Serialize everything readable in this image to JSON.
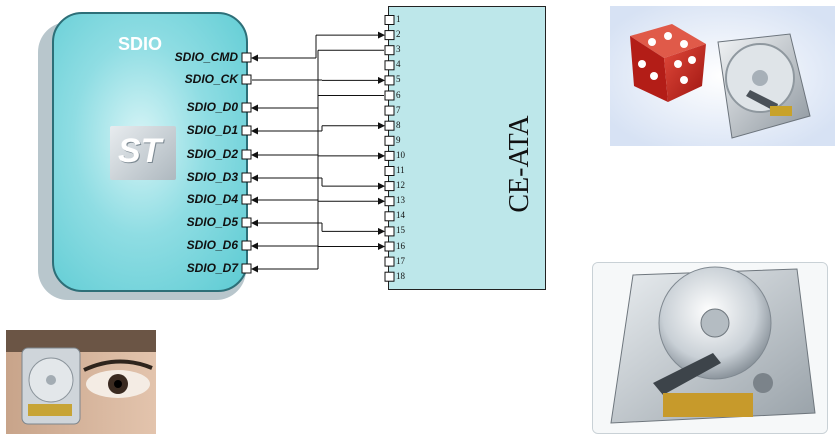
{
  "sdio": {
    "title": "SDIO",
    "logo_text": "ST",
    "signals": [
      "SDIO_CMD",
      "SDIO_CK",
      "SDIO_D0",
      "SDIO_D1",
      "SDIO_D2",
      "SDIO_D3",
      "SDIO_D4",
      "SDIO_D5",
      "SDIO_D6",
      "SDIO_D7"
    ]
  },
  "ceata": {
    "title": "CE-ATA",
    "pins": [
      "1",
      "2",
      "3",
      "4",
      "5",
      "6",
      "7",
      "8",
      "9",
      "10",
      "11",
      "12",
      "13",
      "14",
      "15",
      "16",
      "17",
      "18"
    ]
  },
  "colors": {
    "sdio_fill": "#5ccbd3",
    "ceata_fill": "#bde7ea",
    "line": "#111111"
  },
  "photos": {
    "top_right": "dice-and-microdrive-photo",
    "bottom_right": "open-hard-drive-photo",
    "bottom_left": "microdrive-held-near-eye-photo"
  }
}
